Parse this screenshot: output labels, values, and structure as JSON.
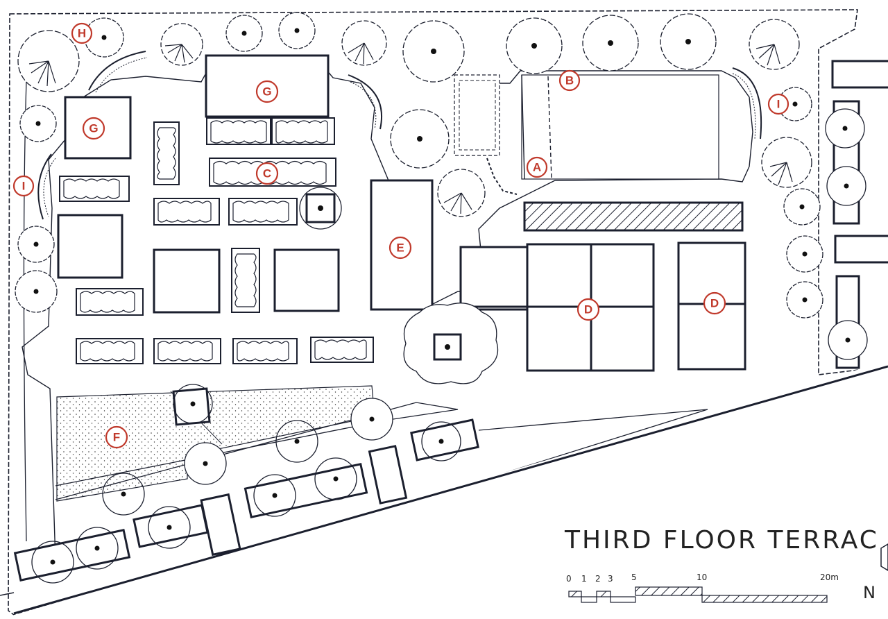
{
  "drawing": {
    "title": "THIRD FLOOR TERRAC",
    "scale_labels": [
      "0",
      "1",
      "2",
      "3",
      "5",
      "10",
      "20m"
    ],
    "north_label": "N",
    "ink_color": "#1b1f2e",
    "label_color": "#c0392b"
  },
  "labels": [
    {
      "id": "H1",
      "text": "H"
    },
    {
      "id": "G1",
      "text": "G"
    },
    {
      "id": "G2",
      "text": "G"
    },
    {
      "id": "B1",
      "text": "B"
    },
    {
      "id": "I1",
      "text": "I"
    },
    {
      "id": "I2",
      "text": "I"
    },
    {
      "id": "C1",
      "text": "C"
    },
    {
      "id": "A1",
      "text": "A"
    },
    {
      "id": "E1",
      "text": "E"
    },
    {
      "id": "D1",
      "text": "D"
    },
    {
      "id": "D2",
      "text": "D"
    },
    {
      "id": "F1",
      "text": "F"
    }
  ]
}
